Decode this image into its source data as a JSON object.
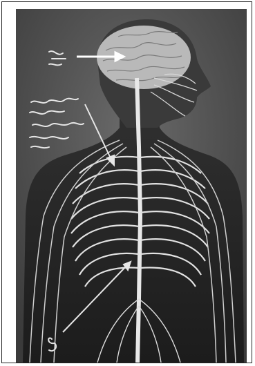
{
  "image": {
    "kind": "photograph",
    "subject_icon": "nervous-system-illustration",
    "style": "grayscale",
    "colors": {
      "background": "#4a4a4a",
      "figure_dark": "#2a2a2a",
      "nerve_lines": "#e8e8e8",
      "frame_border": "#222222",
      "page": "#ffffff"
    },
    "arrows": [
      {
        "name": "brain-arrow"
      },
      {
        "name": "spinal-cord-arrow"
      },
      {
        "name": "lower-nerves-arrow"
      }
    ]
  }
}
